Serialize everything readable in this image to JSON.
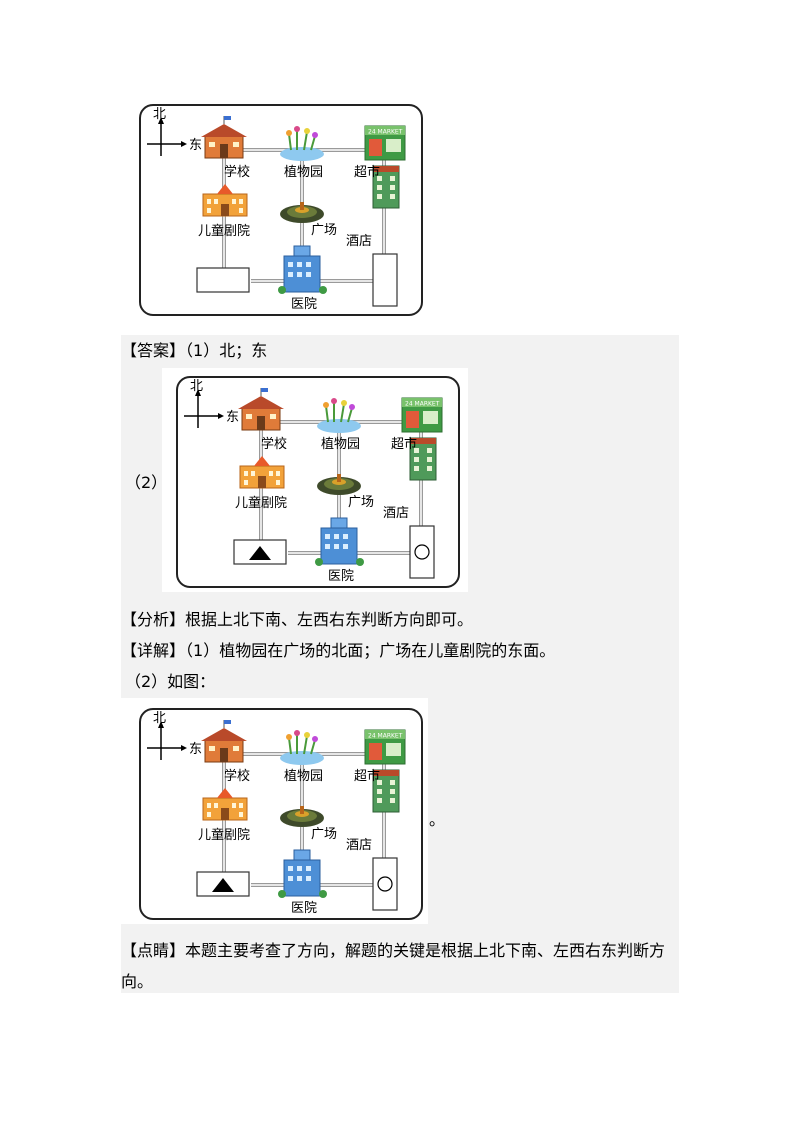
{
  "map": {
    "compass_north": "北",
    "compass_east": "东",
    "school": "学校",
    "garden": "植物园",
    "supermarket": "超市",
    "theatre": "儿童剧院",
    "plaza": "广场",
    "hotel": "酒店",
    "hospital": "医院",
    "market_sign": "24 MARKET"
  },
  "answer": {
    "label": "【答案】",
    "part1": "（1）北；东",
    "part2_label": "（2）"
  },
  "analysis": {
    "label": "【分析】",
    "text": "根据上北下南、左西右东判断方向即可。"
  },
  "detail": {
    "label": "【详解】",
    "part1": "（1）植物园在广场的北面；广场在儿童剧院的东面。",
    "part2": "（2）如图：",
    "trailing_mark": "。"
  },
  "comment": {
    "label": "【点睛】",
    "text_line1": "本题主要考查了方向，解题的关键是根据上北下南、左西右东判断方",
    "text_line2": "向。"
  }
}
